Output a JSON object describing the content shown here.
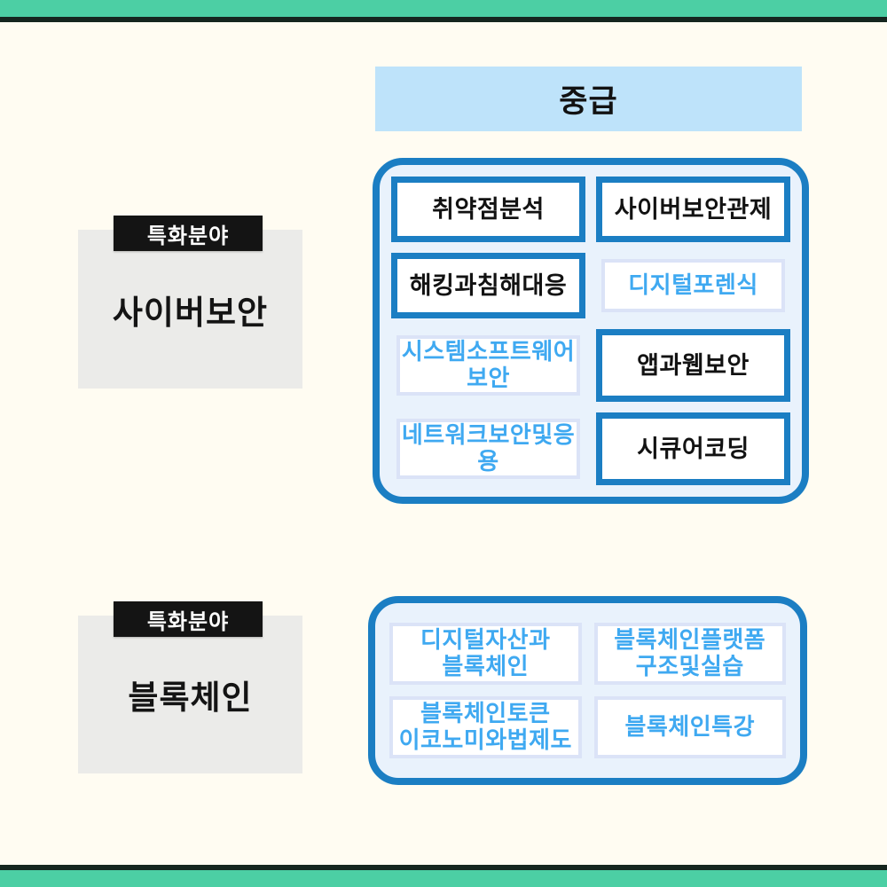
{
  "header": {
    "level_label": "중급"
  },
  "sections": [
    {
      "tag": "특화분야",
      "field": "사이버보안",
      "courses": [
        {
          "label": "취약점분석",
          "style": "dark"
        },
        {
          "label": "사이버보안관제",
          "style": "dark"
        },
        {
          "label": "해킹과침해대응",
          "style": "dark"
        },
        {
          "label": "디지털포렌식",
          "style": "light"
        },
        {
          "label": "시스템소프트웨어\n보안",
          "style": "light"
        },
        {
          "label": "앱과웹보안",
          "style": "dark"
        },
        {
          "label": "네트워크보안및응용",
          "style": "light"
        },
        {
          "label": "시큐어코딩",
          "style": "dark"
        }
      ]
    },
    {
      "tag": "특화분야",
      "field": "블록체인",
      "courses": [
        {
          "label": "디지털자산과\n블록체인",
          "style": "light"
        },
        {
          "label": "블록체인플랫폼\n구조및실습",
          "style": "light"
        },
        {
          "label": "블록체인토큰\n이코노미와법제도",
          "style": "light"
        },
        {
          "label": "블록체인특강",
          "style": "light"
        }
      ]
    }
  ],
  "colors": {
    "accent_bar": "#4CCFA4",
    "divider_line": "#15261F",
    "background": "#FFFCF2",
    "header_bg": "#BEE3FA",
    "panel_border": "#1B7EC3",
    "panel_bg": "#E9F2FC",
    "course_dark_border": "#1B7EC3",
    "course_dark_text": "#121212",
    "course_light_border": "#DBE3F7",
    "course_light_text": "#3FA9F1",
    "field_card_bg": "#EBEBE9",
    "field_tag_bg": "#141414",
    "field_tag_text": "#FFFFFF"
  }
}
